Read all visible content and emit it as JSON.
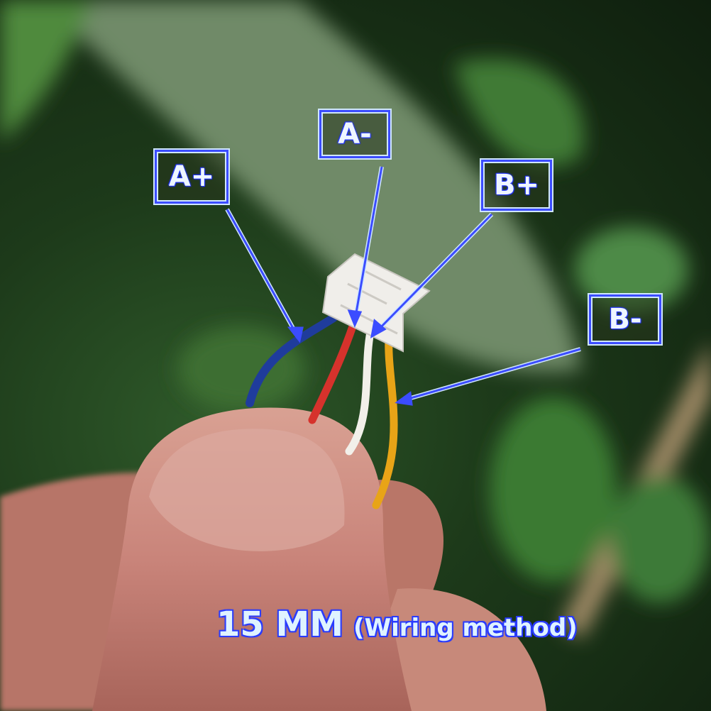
{
  "labels": {
    "a_plus": "A+",
    "a_minus": "A-",
    "b_plus": "B+",
    "b_minus": "B-"
  },
  "caption": {
    "size": "15 MM",
    "note": "(Wiring method)"
  },
  "wire_colors": {
    "a_plus": "#1f3c9c",
    "a_minus": "#d6322c",
    "b_plus": "#f2f0ea",
    "b_minus": "#e8a417"
  },
  "accent": "#3b4cff"
}
